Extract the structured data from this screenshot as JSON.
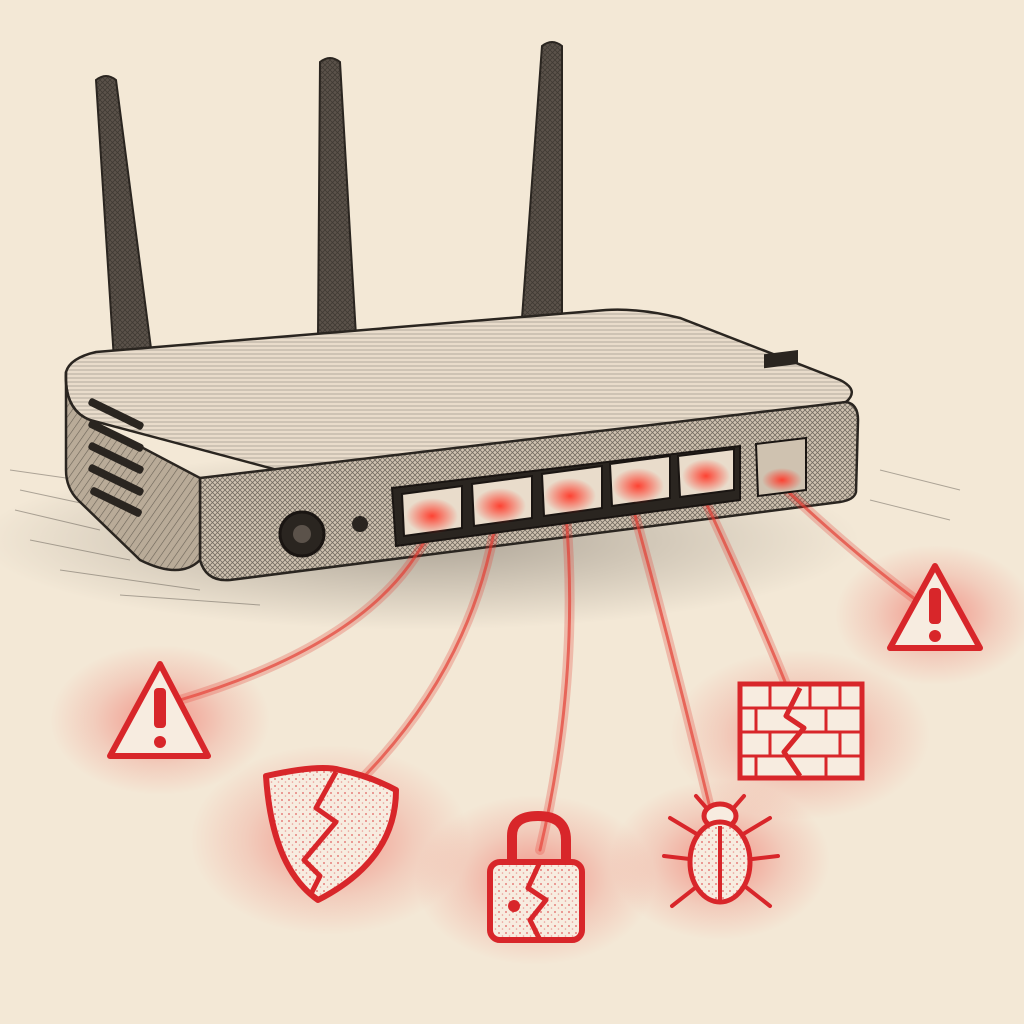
{
  "scene": {
    "subject": "wifi-router",
    "antenna_count": 3,
    "lan_port_count": 5,
    "wan_port_count": 1,
    "threat_icons": [
      "warning-triangle-icon",
      "cracked-shield-icon",
      "broken-padlock-icon",
      "bug-icon",
      "cracked-firewall-icon",
      "warning-triangle-icon"
    ]
  },
  "colors": {
    "paper": "#f3e8d6",
    "ink": "#2a2520",
    "accent_red": "#d8262a",
    "glow_red": "#f05048"
  }
}
